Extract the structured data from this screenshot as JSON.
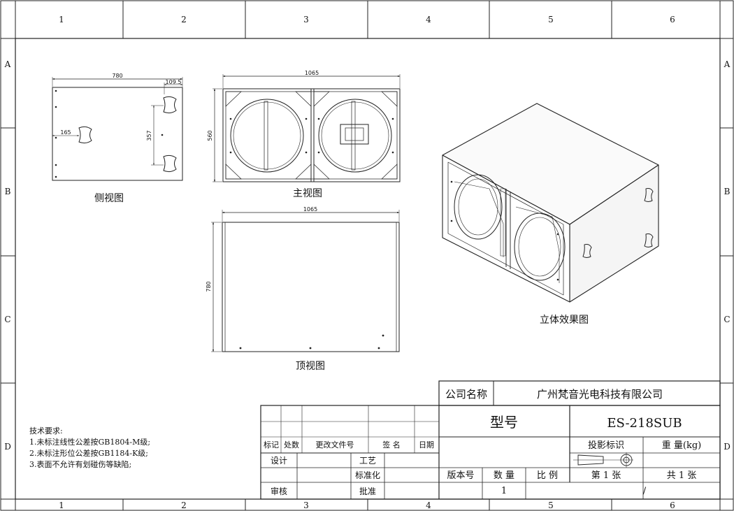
{
  "grid": {
    "columns": [
      "1",
      "2",
      "3",
      "4",
      "5",
      "6"
    ],
    "rows": [
      "A",
      "B",
      "C",
      "D"
    ]
  },
  "views": {
    "side": {
      "label": "侧视图",
      "dim_width": "780",
      "dim_right": "109.5",
      "dim_handle_x": "165",
      "dim_handle_gap": "357"
    },
    "front": {
      "label": "主视图",
      "dim_width": "1065",
      "dim_height": "560"
    },
    "top": {
      "label": "顶视图",
      "dim_width": "1065",
      "dim_depth": "780"
    },
    "iso": {
      "label": "立体效果图"
    }
  },
  "tech_notes": {
    "title": "技术要求:",
    "items": [
      "1.未标注线性公差按GB1804-M级;",
      "2.未标注形位公差按GB1184-K级;",
      "3.表面不允许有划碰伤等缺陷;"
    ]
  },
  "title_block": {
    "company_label": "公司名称",
    "company_name": "广州梵音光电科技有限公司",
    "model_label": "型号",
    "model_value": "ES-218SUB",
    "rev_headers": [
      "标记",
      "处数",
      "更改文件号",
      "签 名",
      "日期"
    ],
    "design": "设计",
    "craft": "工艺",
    "standard": "标准化",
    "review": "审核",
    "approve": "批准",
    "projection": "投影标识",
    "weight": "重 量(kg)",
    "version": "版本号",
    "quantity": "数 量",
    "scale": "比 例",
    "quantity_value": "1",
    "sheet_no": "第 1 张",
    "sheet_total": "共 1 张",
    "slash": "/"
  }
}
